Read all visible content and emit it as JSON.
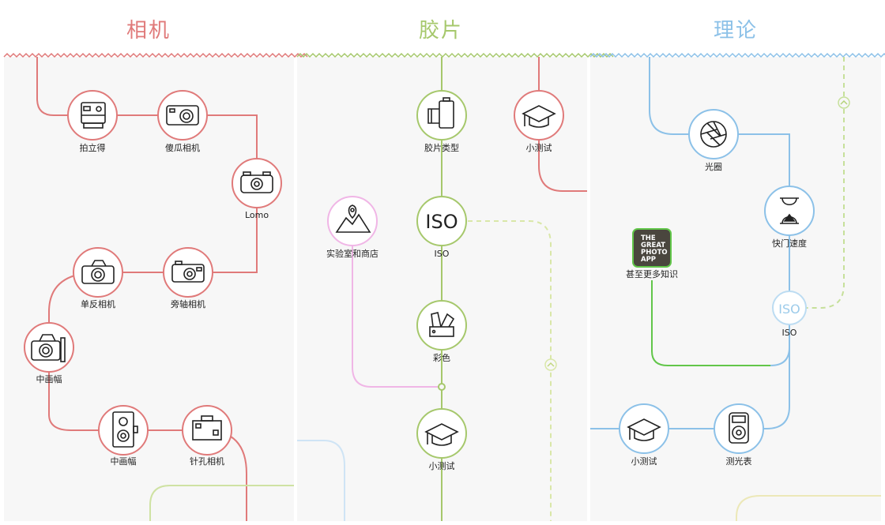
{
  "columns": [
    {
      "title": "相机",
      "color": "#e07a7a"
    },
    {
      "title": "胶片",
      "color": "#a6c86c"
    },
    {
      "title": "理论",
      "color": "#8cc1e8"
    }
  ],
  "camera": {
    "polaroid": "拍立得",
    "compact": "傻瓜相机",
    "lomo": "Lomo",
    "slr": "单反相机",
    "rangefinder": "旁轴相机",
    "medium_left": "中画幅",
    "medium_tlr": "中画幅",
    "pinhole": "针孔相机"
  },
  "film": {
    "types": "胶片类型",
    "quiz": "小测试",
    "iso_icon": "ISO",
    "iso": "ISO",
    "lab": "实验室和商店",
    "color": "彩色",
    "quiz2": "小测试"
  },
  "theory": {
    "aperture": "光圈",
    "shutter": "快门速度",
    "book_lines": [
      "THE",
      "GREAT",
      "PHOTO",
      "APP"
    ],
    "more": "甚至更多知识",
    "iso_icon": "ISO",
    "iso": "ISO",
    "quiz": "小测试",
    "meter": "测光表"
  },
  "colors": {
    "camera": "#e07a7a",
    "film": "#a6c86c",
    "theory": "#8cc1e8",
    "lab": "#f0b6e6",
    "book_border": "#62c64a",
    "book_bg": "#4a463e",
    "dashed_film": "#d9e7a8",
    "dashed_theory": "#c6e09a",
    "panel_bg": "#f7f7f7"
  }
}
